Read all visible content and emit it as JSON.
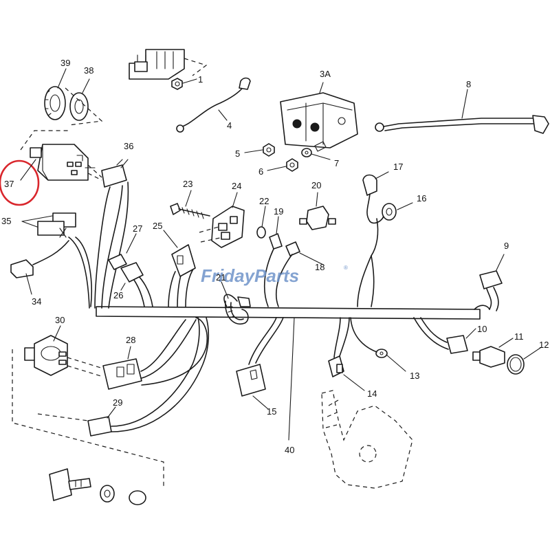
{
  "watermark": {
    "text_a": "Friday",
    "text_b": "Parts",
    "mark": "®",
    "color": "#6f93c9"
  },
  "highlight": {
    "target": "37",
    "color": "#d9262c"
  },
  "labels": {
    "p1": "1",
    "p3a": "3A",
    "p4": "4",
    "p5": "5",
    "p6": "6",
    "p7": "7",
    "p8": "8",
    "p9": "9",
    "p10": "10",
    "p11": "11",
    "p12": "12",
    "p13": "13",
    "p14": "14",
    "p15": "15",
    "p16": "16",
    "p17": "17",
    "p18": "18",
    "p19": "19",
    "p20": "20",
    "p21": "21",
    "p22": "22",
    "p23": "23",
    "p24": "24",
    "p25": "25",
    "p26": "26",
    "p27": "27",
    "p28": "28",
    "p29": "29",
    "p30": "30",
    "p34": "34",
    "p35": "35",
    "p36": "36",
    "p37": "37",
    "p38": "38",
    "p39": "39",
    "p40": "40"
  }
}
